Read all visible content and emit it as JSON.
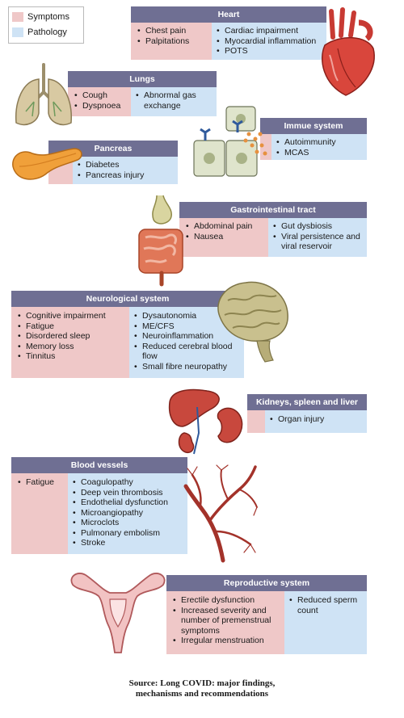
{
  "legend": [
    {
      "label": "Symptoms",
      "color": "#efc8c8"
    },
    {
      "label": "Pathology",
      "color": "#cfe3f5"
    }
  ],
  "colors": {
    "header": "#6f6f93",
    "symptoms": "#efc8c8",
    "pathology": "#cfe3f5"
  },
  "panels": {
    "heart": {
      "title": "Heart",
      "symptoms": [
        "Chest pain",
        "Palpitations"
      ],
      "pathology": [
        "Cardiac impairment",
        "Myocardial inflammation",
        "POTS"
      ]
    },
    "lungs": {
      "title": "Lungs",
      "symptoms": [
        "Cough",
        "Dyspnoea"
      ],
      "pathology": [
        "Abnormal gas exchange"
      ]
    },
    "immune": {
      "title": "Immue system",
      "symptoms": [],
      "pathology": [
        "Autoimmunity",
        "MCAS"
      ]
    },
    "pancreas": {
      "title": "Pancreas",
      "symptoms": [],
      "pathology": [
        "Diabetes",
        "Pancreas injury"
      ]
    },
    "gi": {
      "title": "Gastrointestinal tract",
      "symptoms": [
        "Abdominal pain",
        "Nausea"
      ],
      "pathology": [
        "Gut dysbiosis",
        "Viral persistence and viral reservoir"
      ]
    },
    "neuro": {
      "title": "Neurological system",
      "symptoms": [
        "Cognitive impairment",
        "Fatigue",
        "Disordered sleep",
        "Memory loss",
        "Tinnitus"
      ],
      "pathology": [
        "Dysautonomia",
        "ME/CFS",
        "Neuroinflammation",
        "Reduced cerebral blood flow",
        "Small fibre neuropathy"
      ]
    },
    "kidneys": {
      "title": "Kidneys, spleen and liver",
      "symptoms": [],
      "pathology": [
        "Organ injury"
      ]
    },
    "vessels": {
      "title": "Blood vessels",
      "symptoms": [
        "Fatigue"
      ],
      "pathology": [
        "Coagulopathy",
        "Deep vein thrombosis",
        "Endothelial dysfunction",
        "Microangiopathy",
        "Microclots",
        "Pulmonary embolism",
        "Stroke"
      ]
    },
    "repro": {
      "title": "Reproductive system",
      "symptoms": [
        "Erectile dysfunction",
        "Increased severity and number of premenstrual symptoms",
        "Irregular menstruation"
      ],
      "pathology": [
        "Reduced sperm count"
      ]
    }
  },
  "icons": [
    "heart-icon",
    "lungs-icon",
    "immune-cells-icon",
    "pancreas-icon",
    "gi-tract-icon",
    "brain-icon",
    "kidney-spleen-liver-icon",
    "blood-vessels-icon",
    "uterus-icon"
  ],
  "source": {
    "line1": "Source: Long COVID: major findings,",
    "line2": "mechanisms and recommendations"
  }
}
